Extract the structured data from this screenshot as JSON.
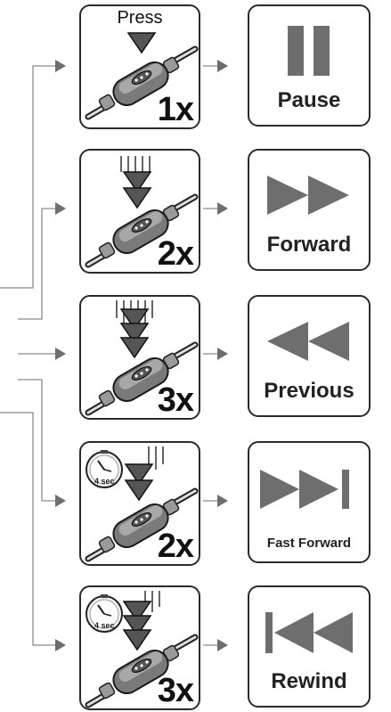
{
  "rows": [
    {
      "press_label": "Press",
      "count": "1x",
      "action": "Pause",
      "action_icon": "pause-icon",
      "hold_timer": false
    },
    {
      "press_label": "",
      "count": "2x",
      "action": "Forward",
      "action_icon": "forward-icon",
      "hold_timer": false
    },
    {
      "press_label": "",
      "count": "3x",
      "action": "Previous",
      "action_icon": "previous-icon",
      "hold_timer": false
    },
    {
      "press_label": "",
      "count": "2x",
      "action": "Fast Forward",
      "action_icon": "fast-forward-icon",
      "hold_timer": true,
      "timer_label": "4 sec."
    },
    {
      "press_label": "",
      "count": "3x",
      "action": "Rewind",
      "action_icon": "rewind-icon",
      "hold_timer": true,
      "timer_label": "4 sec."
    }
  ],
  "colors": {
    "icon_gray": "#6e6e6e",
    "border": "#2a2a2a",
    "line": "#8a8a8a"
  }
}
